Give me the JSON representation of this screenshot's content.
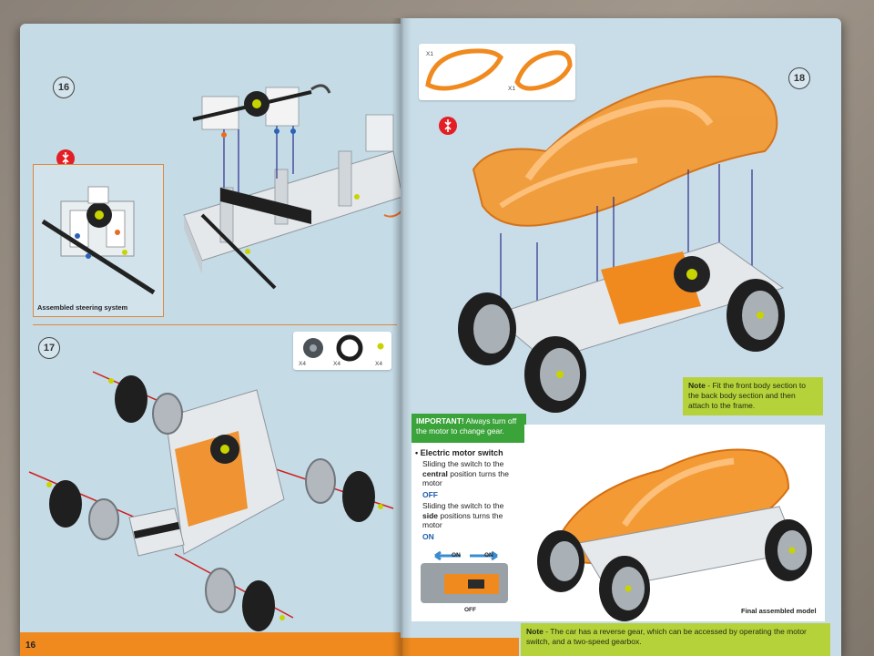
{
  "left_page": {
    "page_number": "16",
    "step_16": {
      "number": "16",
      "inset_caption": "Assembled steering system"
    },
    "step_17": {
      "number": "17",
      "parts": [
        {
          "name": "wheel-hub",
          "qty": "X4"
        },
        {
          "name": "tyre",
          "qty": "X4"
        },
        {
          "name": "axle-nut",
          "qty": "X4"
        }
      ]
    }
  },
  "right_page": {
    "step_18": {
      "number": "18",
      "parts": [
        {
          "name": "front-body-section",
          "qty": "X1"
        },
        {
          "name": "back-body-section",
          "qty": "X1"
        }
      ],
      "note": {
        "label": "Note",
        "text": " - Fit the front body section to the back body section and then attach to the frame."
      }
    },
    "important": {
      "label": "IMPORTANT!",
      "text": " Always turn off the motor to change gear."
    },
    "motor_switch": {
      "title": "Electric motor switch",
      "line1_pre": "Sliding the switch to the ",
      "line1_bold": "central",
      "line1_post": " position turns the motor",
      "state1": "OFF",
      "line2_pre": "Sliding the switch to the ",
      "line2_bold": "side",
      "line2_post": " positions turns the motor",
      "state2": "ON",
      "diagram": {
        "left_label": "ON",
        "right_label": "ON",
        "bottom_label": "OFF"
      }
    },
    "final_caption": "Final assembled model",
    "bottom_note": {
      "label": "Note",
      "text": " - The car has a reverse gear, which can be accessed by operating the motor switch, and a two-speed gearbox."
    }
  },
  "colors": {
    "page_blue": "#c5dbe6",
    "accent_orange": "#f08a1f",
    "note_green": "#b6d23a",
    "important_green": "#3aa33a",
    "on_blue": "#1f5fa8",
    "press_red": "#e31e24"
  }
}
